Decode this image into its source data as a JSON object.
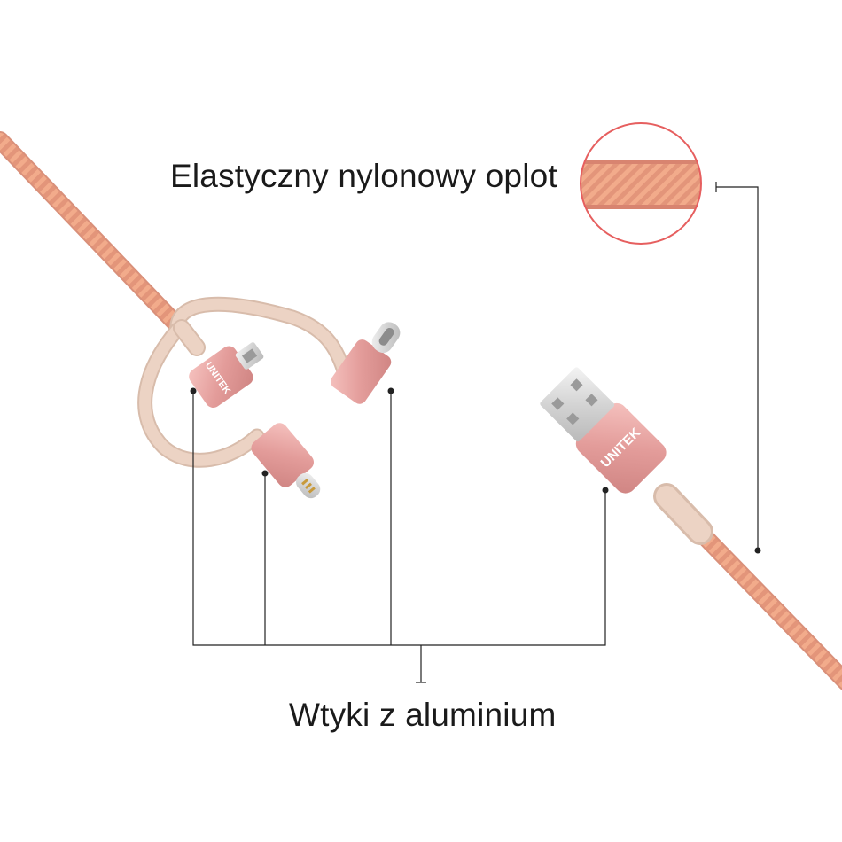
{
  "captions": {
    "braid": "Elastyczny nylonowy oplot",
    "plugs": "Wtyki z aluminium"
  },
  "brand": {
    "logo": "UNITEK"
  },
  "colors": {
    "background": "#ffffff",
    "cable_braid": "#f0a888",
    "aluminium_rose": "#e7a2a0",
    "tpe_sleeve": "#e9cfbf",
    "callout_line": "#222222",
    "magnifier_ring": "#e65f5f"
  },
  "icons": [
    "magnifier-braid-closeup",
    "usb-a-plug",
    "usb-c-plug",
    "micro-usb-plug",
    "lightning-plug"
  ]
}
